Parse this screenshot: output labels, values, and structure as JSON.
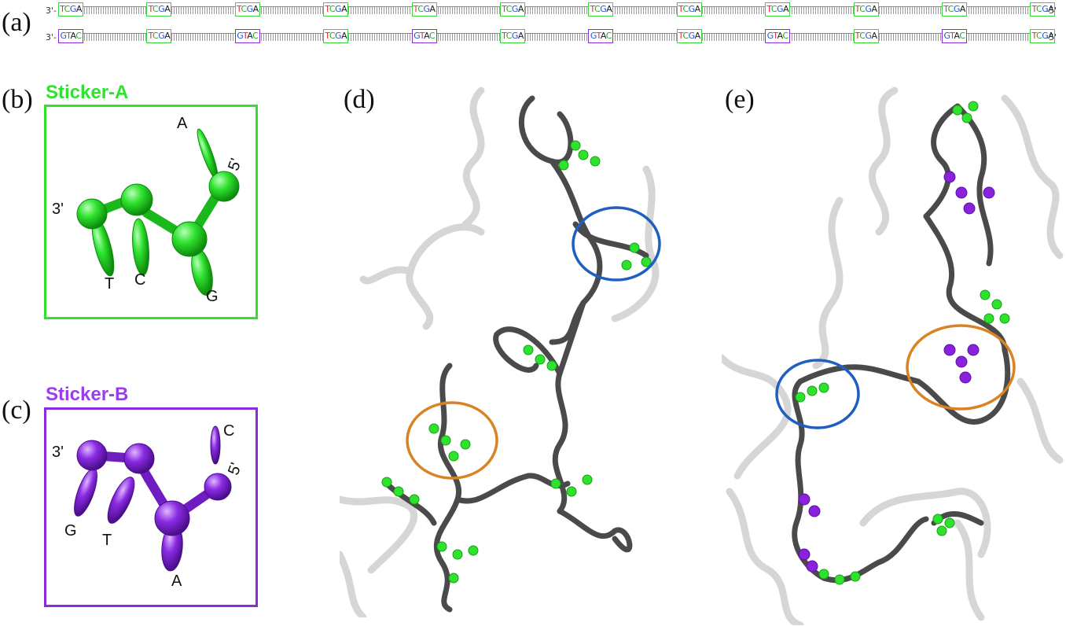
{
  "panels": {
    "a": "(a)",
    "b": "(b)",
    "c": "(c)",
    "d": "(d)",
    "e": "(e)"
  },
  "strands": {
    "top": {
      "start": "3'-",
      "end": "-5'",
      "sites": [
        "TCGA",
        "TCGA",
        "TCGA",
        "TCGA",
        "TCGA",
        "TCGA",
        "TCGA",
        "TCGA",
        "TCGA",
        "TCGA",
        "TCGA",
        "TCGA"
      ],
      "kinds": [
        "A",
        "A",
        "A",
        "A",
        "A",
        "A",
        "A",
        "A",
        "A",
        "A",
        "A",
        "A"
      ]
    },
    "bottom": {
      "start": "3'-",
      "end": "-5'",
      "sites": [
        "GTAC",
        "TCGA",
        "GTAC",
        "TCGA",
        "GTAC",
        "TCGA",
        "GTAC",
        "TCGA",
        "GTAC",
        "TCGA",
        "GTAC",
        "TCGA"
      ],
      "kinds": [
        "B",
        "A",
        "B",
        "A",
        "B",
        "A",
        "B",
        "A",
        "B",
        "A",
        "B",
        "A"
      ]
    }
  },
  "base_colors": {
    "T": "#e53030",
    "C": "#2fa12f",
    "G": "#2a52d6",
    "A": "#1a1a1a"
  },
  "sticker_a": {
    "title": "Sticker-A",
    "color": "#2ee22e",
    "labels": {
      "a": "A",
      "five": "5'",
      "three": "3'",
      "t": "T",
      "c": "C",
      "g": "G"
    }
  },
  "sticker_b": {
    "title": "Sticker-B",
    "color": "#8a2be2",
    "labels": {
      "c": "C",
      "five": "5'",
      "three": "3'",
      "g": "G",
      "t": "T",
      "a": "A"
    }
  },
  "colors": {
    "backbone": "#4a4a4a",
    "ghost": "#c8c8c8",
    "sticker_a": "#33dd33",
    "sticker_b": "#8a22dd",
    "circle_blue": "#1f5fbf",
    "circle_orange": "#d98324"
  }
}
